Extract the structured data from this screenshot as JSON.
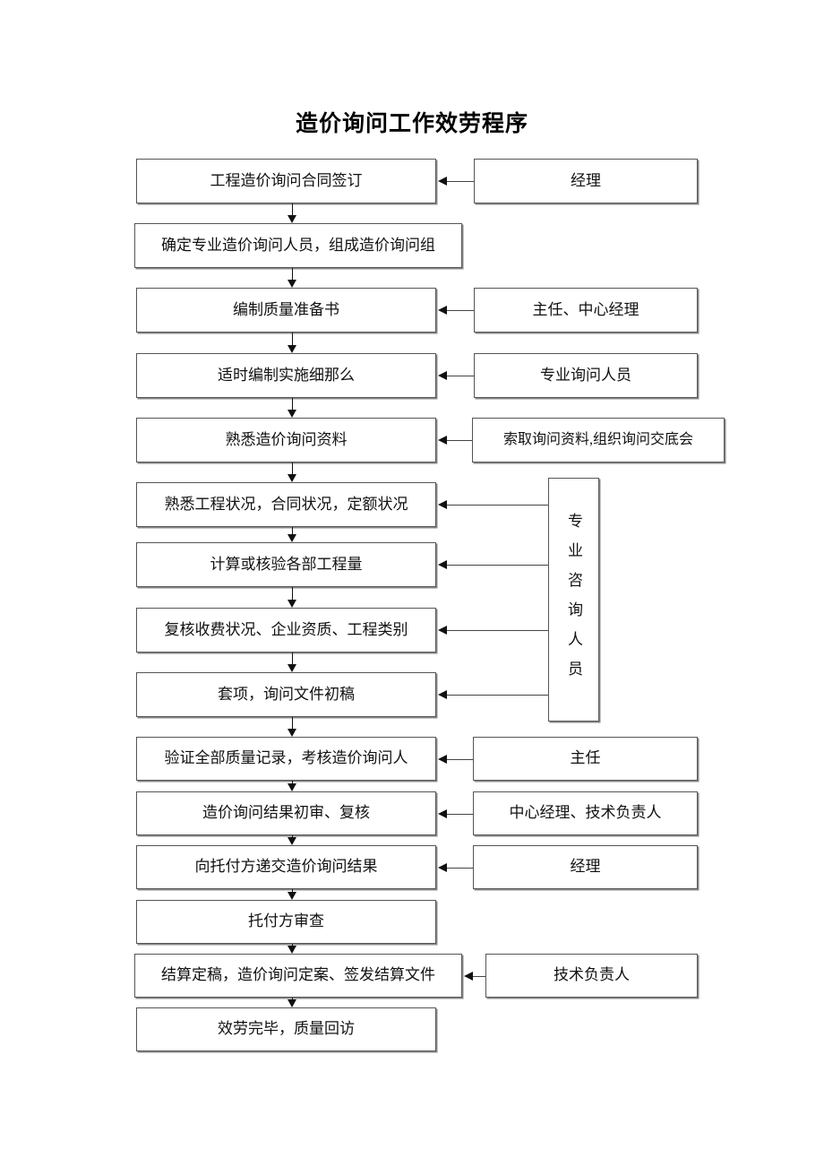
{
  "document": {
    "title": "造价询问工作效劳程序"
  },
  "flow": {
    "steps": [
      {
        "id": "step-1",
        "label": "工程造价询问合同签订"
      },
      {
        "id": "step-2",
        "label": "确定专业造价询问人员，组成造价询问组"
      },
      {
        "id": "step-3",
        "label": "编制质量准备书"
      },
      {
        "id": "step-4",
        "label": "适时编制实施细那么"
      },
      {
        "id": "step-5",
        "label": "熟悉造价询问资料"
      },
      {
        "id": "step-6",
        "label": "熟悉工程状况，合同状况，定额状况"
      },
      {
        "id": "step-7",
        "label": "计算或核验各部工程量"
      },
      {
        "id": "step-8",
        "label": "复核收费状况、企业资质、工程类别"
      },
      {
        "id": "step-9",
        "label": "套项，询问文件初稿"
      },
      {
        "id": "step-10",
        "label": "验证全部质量记录，考核造价询问人"
      },
      {
        "id": "step-11",
        "label": "造价询问结果初审、复核"
      },
      {
        "id": "step-12",
        "label": "向托付方递交造价询问结果"
      },
      {
        "id": "step-13",
        "label": "托付方审查"
      },
      {
        "id": "step-14",
        "label": "结算定稿，造价询问定案、签发结算文件"
      },
      {
        "id": "step-15",
        "label": "效劳完毕，质量回访"
      }
    ],
    "responsibilities": [
      {
        "id": "resp-1",
        "label": "经理",
        "target": "step-1"
      },
      {
        "id": "resp-2",
        "label": "主任、中心经理",
        "target": "step-3"
      },
      {
        "id": "resp-3",
        "label": "专业询问人员",
        "target": "step-4"
      },
      {
        "id": "resp-4",
        "label": "索取询问资料,组织询问交底会",
        "target": "step-5"
      },
      {
        "id": "resp-5",
        "label": "主任",
        "target": "step-10"
      },
      {
        "id": "resp-6",
        "label": "中心经理、技术负责人",
        "target": "step-11"
      },
      {
        "id": "resp-7",
        "label": "经理",
        "target": "step-12"
      },
      {
        "id": "resp-8",
        "label": "技术负责人",
        "target": "step-14"
      }
    ],
    "grouped_responsibility": {
      "id": "resp-group-vertical",
      "label": "专业咨询人员",
      "targets": [
        "step-6",
        "step-7",
        "step-8",
        "step-9"
      ]
    }
  }
}
